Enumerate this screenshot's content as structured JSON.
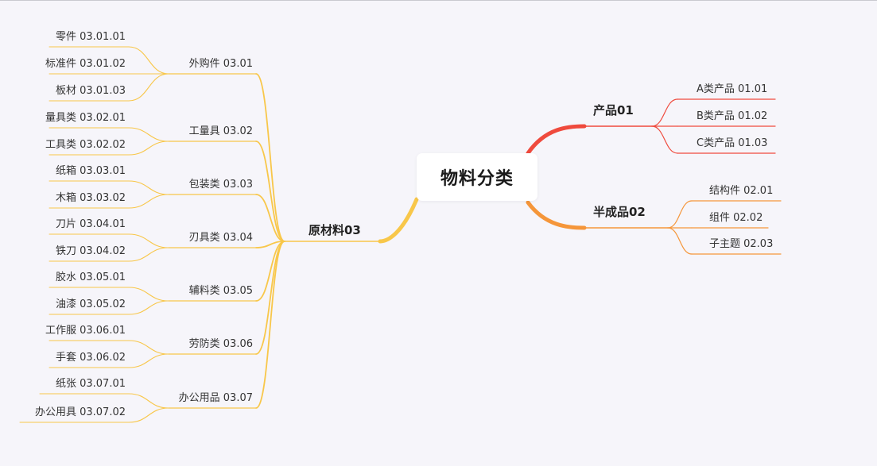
{
  "root": {
    "label": "物料分类"
  },
  "colors": {
    "branch_yellow": "#f8c74a",
    "branch_red": "#ef4a3d",
    "branch_orange": "#f5963a"
  },
  "branches": [
    {
      "id": "raw",
      "label": "原材料03",
      "color": "#f8c74a",
      "children": [
        {
          "label": "外购件 03.01",
          "children": [
            "零件 03.01.01",
            "标准件 03.01.02",
            "板材 03.01.03"
          ]
        },
        {
          "label": "工量具 03.02",
          "children": [
            "量具类 03.02.01",
            "工具类 03.02.02"
          ]
        },
        {
          "label": "包装类 03.03",
          "children": [
            "纸箱 03.03.01",
            "木箱 03.03.02"
          ]
        },
        {
          "label": "刃具类 03.04",
          "children": [
            "刀片 03.04.01",
            "铁刀 03.04.02"
          ]
        },
        {
          "label": "辅料类 03.05",
          "children": [
            "胶水 03.05.01",
            "油漆 03.05.02"
          ]
        },
        {
          "label": "劳防类 03.06",
          "children": [
            "工作服 03.06.01",
            "手套 03.06.02"
          ]
        },
        {
          "label": "办公用品 03.07",
          "children": [
            "纸张 03.07.01",
            "办公用具 03.07.02"
          ]
        }
      ]
    },
    {
      "id": "product",
      "label": "产品01",
      "color": "#ef4a3d",
      "children": [
        {
          "label": "A类产品 01.01"
        },
        {
          "label": "B类产品 01.02"
        },
        {
          "label": "C类产品 01.03"
        }
      ]
    },
    {
      "id": "semi",
      "label": "半成品02",
      "color": "#f5963a",
      "children": [
        {
          "label": "结构件 02.01"
        },
        {
          "label": "组件 02.02"
        },
        {
          "label": "子主题 02.03"
        }
      ]
    }
  ]
}
